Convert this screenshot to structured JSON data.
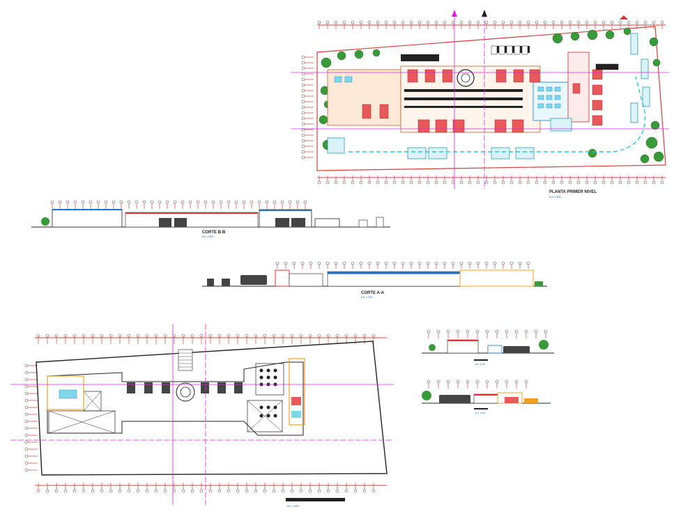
{
  "drawings": {
    "plan_first_level": {
      "title": "PLANTA PRIMER NIVEL",
      "scale": "Esc. 1/500"
    },
    "section_bb": {
      "title": "CORTE B-B",
      "scale": "Esc. 1/500"
    },
    "section_aa": {
      "title": "CORTE A-A",
      "scale": "Esc. 1/500"
    },
    "roof_plan": {
      "scale": "Esc. 1/500"
    },
    "elevation_1": {
      "scale": "Esc. 1/500"
    },
    "elevation_2": {
      "scale": "Esc. 1/500"
    }
  },
  "colors": {
    "line": "#333333",
    "axis": "#e020e0",
    "boundary": "#d04040",
    "tree": "#2f8f2f",
    "blue": "#1a6fd1",
    "orange": "#f0a020",
    "red": "#e03030",
    "cyan": "#20c8e0"
  }
}
